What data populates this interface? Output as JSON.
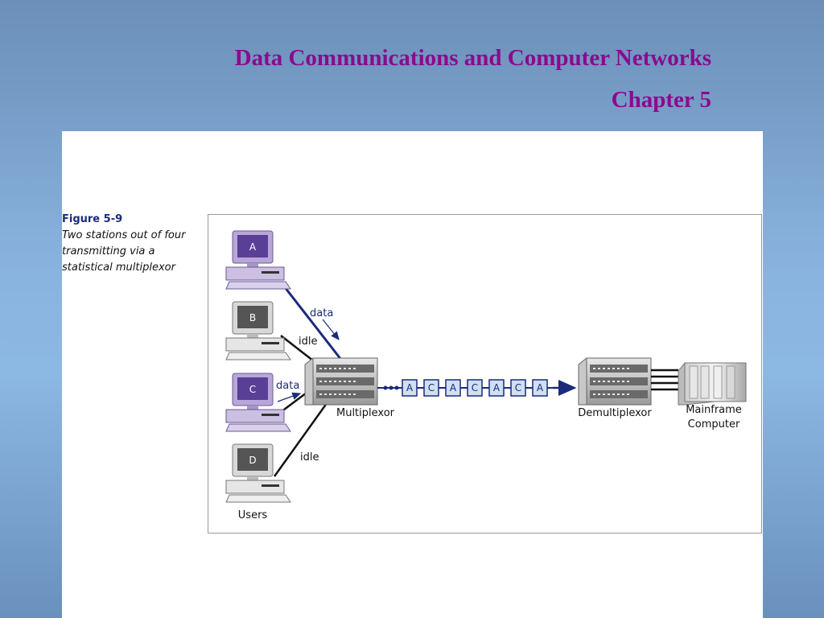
{
  "slide": {
    "title": "Data Communications and Computer Networks",
    "subtitle": "Chapter 5"
  },
  "figure": {
    "number": "Figure 5-9",
    "caption": "Two stations out of four transmitting via a statistical multiplexor"
  },
  "diagram": {
    "stations": [
      {
        "letter": "A",
        "status": "data"
      },
      {
        "letter": "B",
        "status": "idle"
      },
      {
        "letter": "C",
        "status": "data"
      },
      {
        "letter": "D",
        "status": "idle"
      }
    ],
    "users_label": "Users",
    "multiplexor_label": "Multiplexor",
    "demultiplexor_label": "Demultiplexor",
    "mainframe_label_line1": "Mainframe",
    "mainframe_label_line2": "Computer",
    "link_labels": {
      "a": "data",
      "b": "idle",
      "c": "data",
      "d": "idle"
    },
    "stream_packets": [
      "A",
      "C",
      "A",
      "C",
      "A",
      "C",
      "A"
    ],
    "colors": {
      "accent": "#1b2a7a",
      "screen_body": "#b9a6d8",
      "screen_dark": "#5a3f96",
      "packet_fill": "#cfe0f2"
    }
  }
}
